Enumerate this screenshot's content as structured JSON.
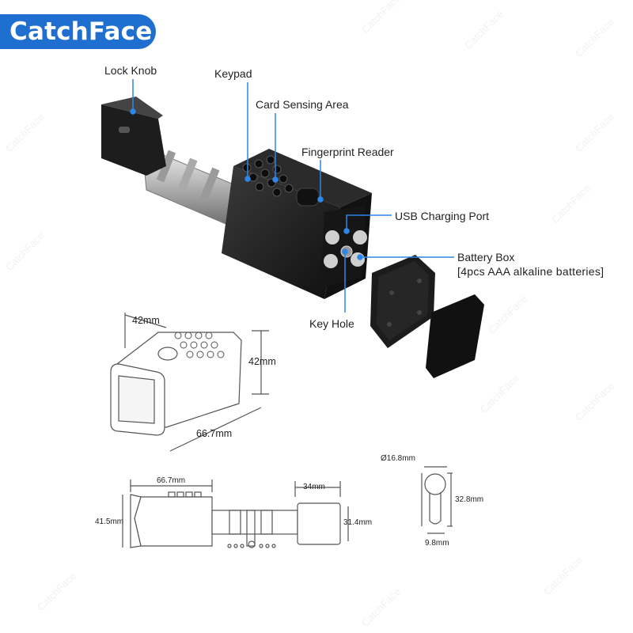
{
  "brand": {
    "name": "CatchFace",
    "color": "#1f6fd1"
  },
  "callouts": {
    "lock_knob": "Lock Knob",
    "keypad": "Keypad",
    "card_sensing_area": "Card Sensing Area",
    "fingerprint_reader": "Fingerprint Reader",
    "usb_charging_port": "USB Charging Port",
    "battery_box": "Battery Box",
    "battery_note": "[4pcs AAA alkaline batteries]",
    "key_hole": "Key Hole"
  },
  "dimensions_3d": {
    "width": "42mm",
    "height": "42mm",
    "length": "66.7mm"
  },
  "dimensions_side": {
    "body_length": "66.7mm",
    "knob_length": "34mm",
    "body_height": "41.5mm",
    "knob_height": "31.4mm"
  },
  "dimensions_profile": {
    "diameter": "Ø16.8mm",
    "height": "32.8mm",
    "width": "9.8mm"
  },
  "watermark": "CatchFace",
  "colors": {
    "accent_line": "#2f86e6",
    "device_body": "#1b1b1b",
    "outline": "#555555"
  }
}
